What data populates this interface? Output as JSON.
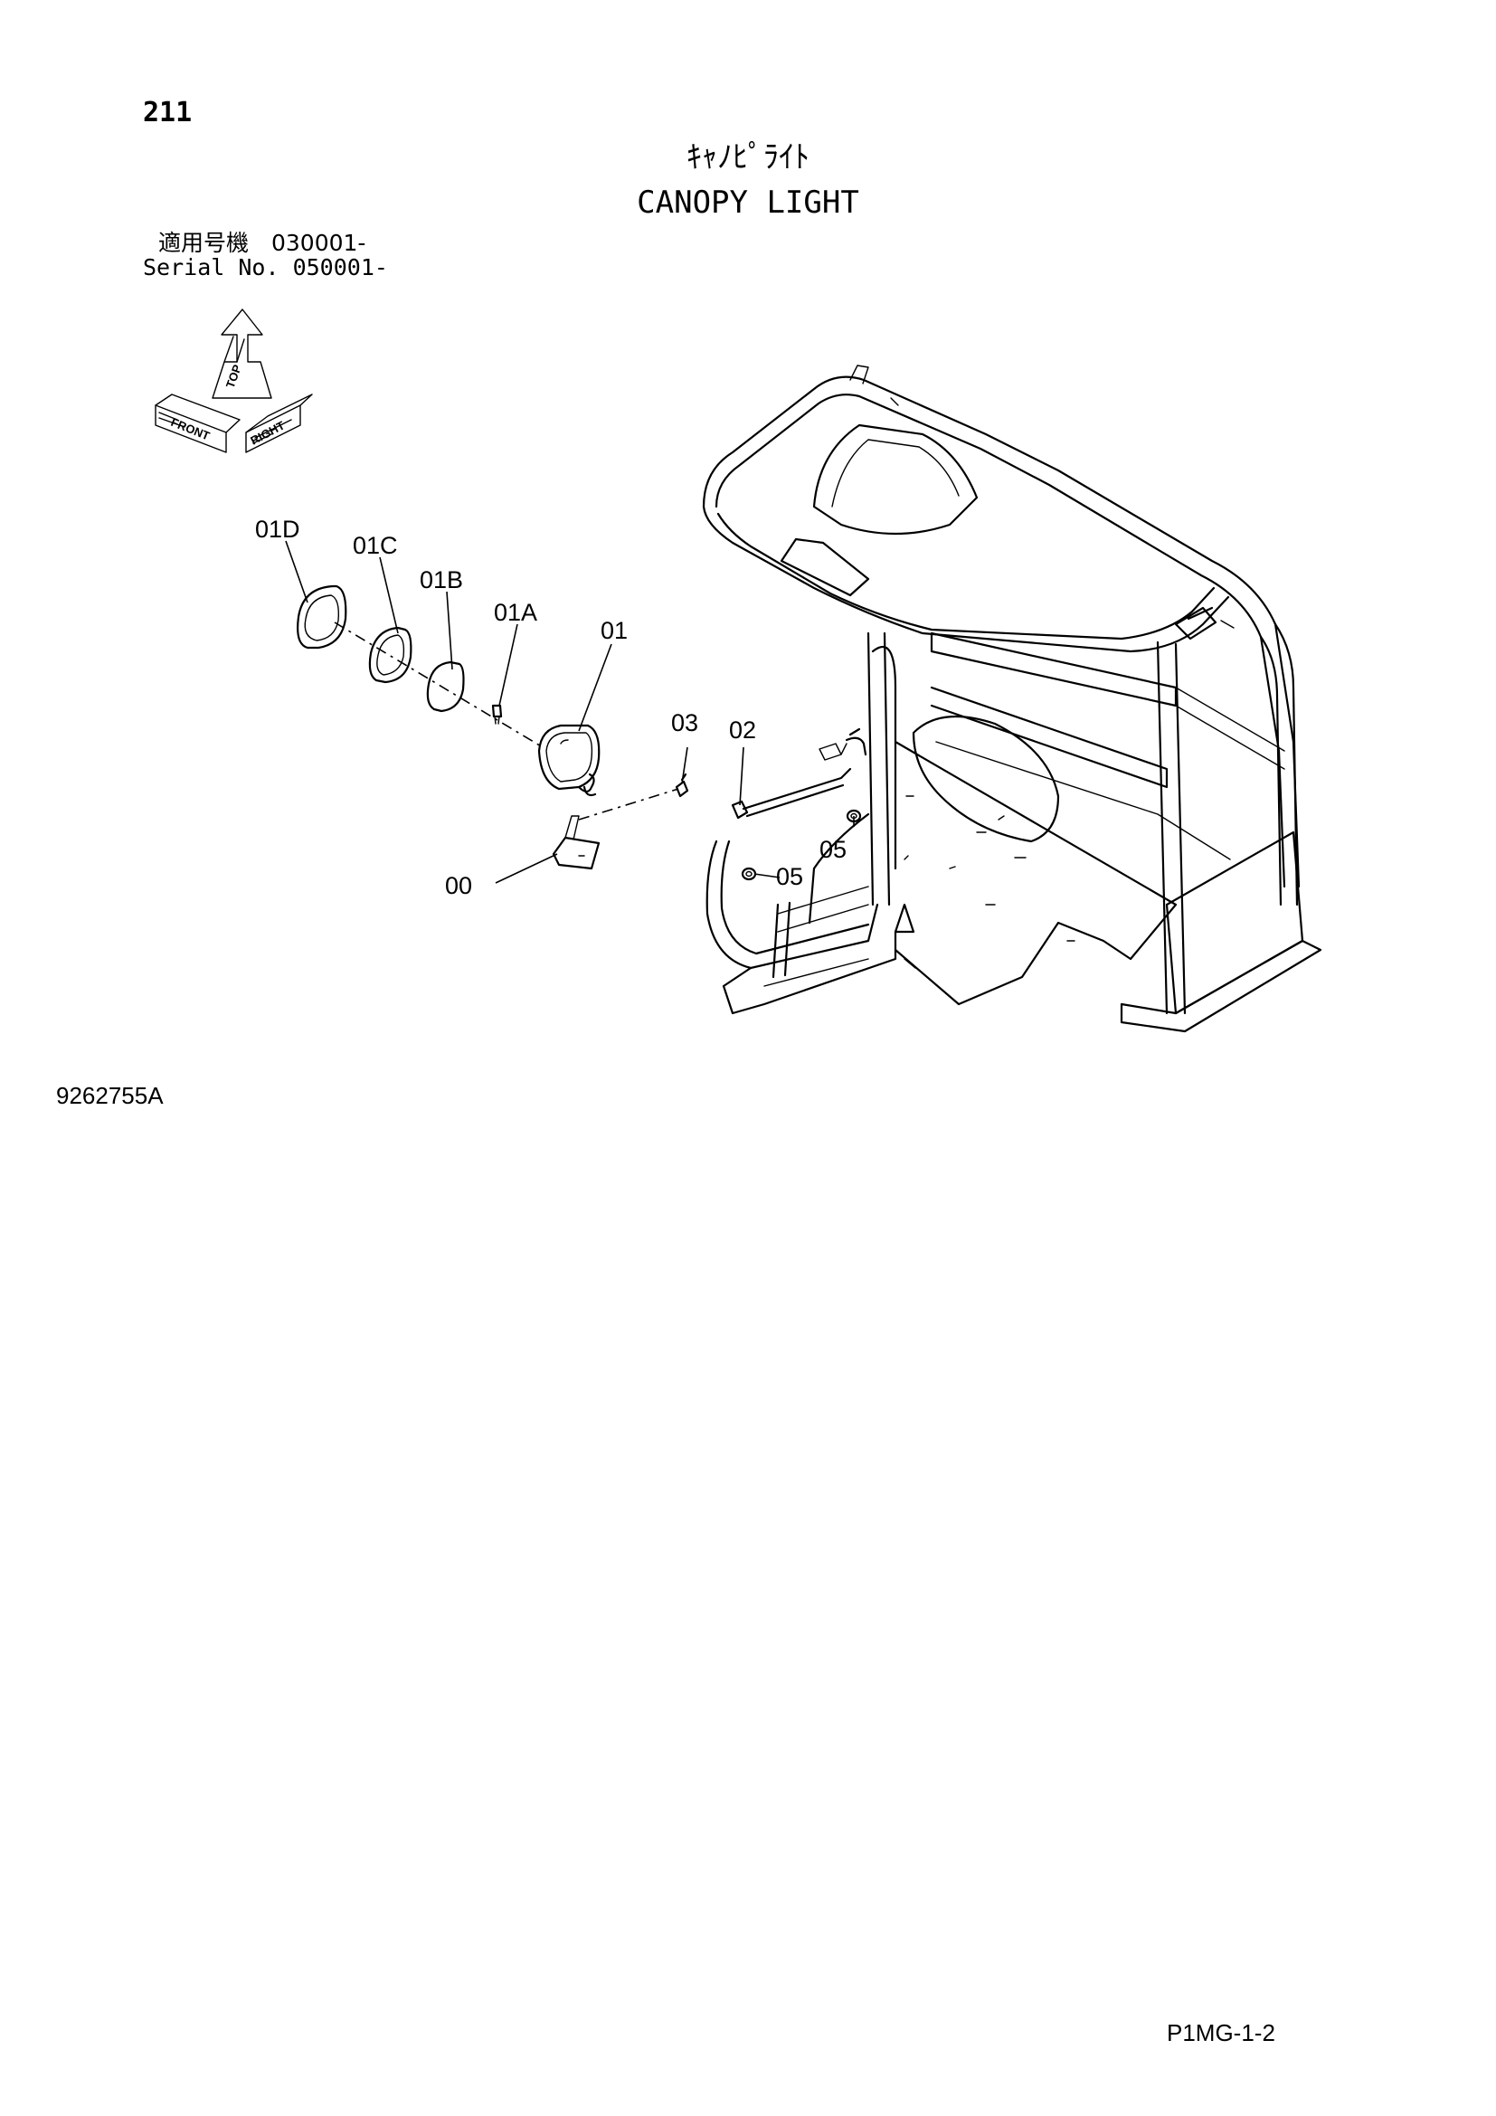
{
  "page": {
    "page_number": "211",
    "title_jp": "ｷｬﾉﾋﾟﾗｲﾄ",
    "title_en": "CANOPY LIGHT",
    "serial_jp": "適用号機　030001-",
    "serial_en": "Serial No. 050001-",
    "drawing_number": "9262755A",
    "page_code": "P1MG-1-2"
  },
  "orientation_symbol": {
    "labels": [
      "TOP",
      "FRONT",
      "RIGHT"
    ]
  },
  "callouts": [
    {
      "id": "01D",
      "label": "01D"
    },
    {
      "id": "01C",
      "label": "01C"
    },
    {
      "id": "01B",
      "label": "01B"
    },
    {
      "id": "01A",
      "label": "01A"
    },
    {
      "id": "01",
      "label": "01"
    },
    {
      "id": "03",
      "label": "03"
    },
    {
      "id": "02",
      "label": "02"
    },
    {
      "id": "05a",
      "label": "05"
    },
    {
      "id": "05b",
      "label": "05"
    },
    {
      "id": "00",
      "label": "00"
    }
  ]
}
